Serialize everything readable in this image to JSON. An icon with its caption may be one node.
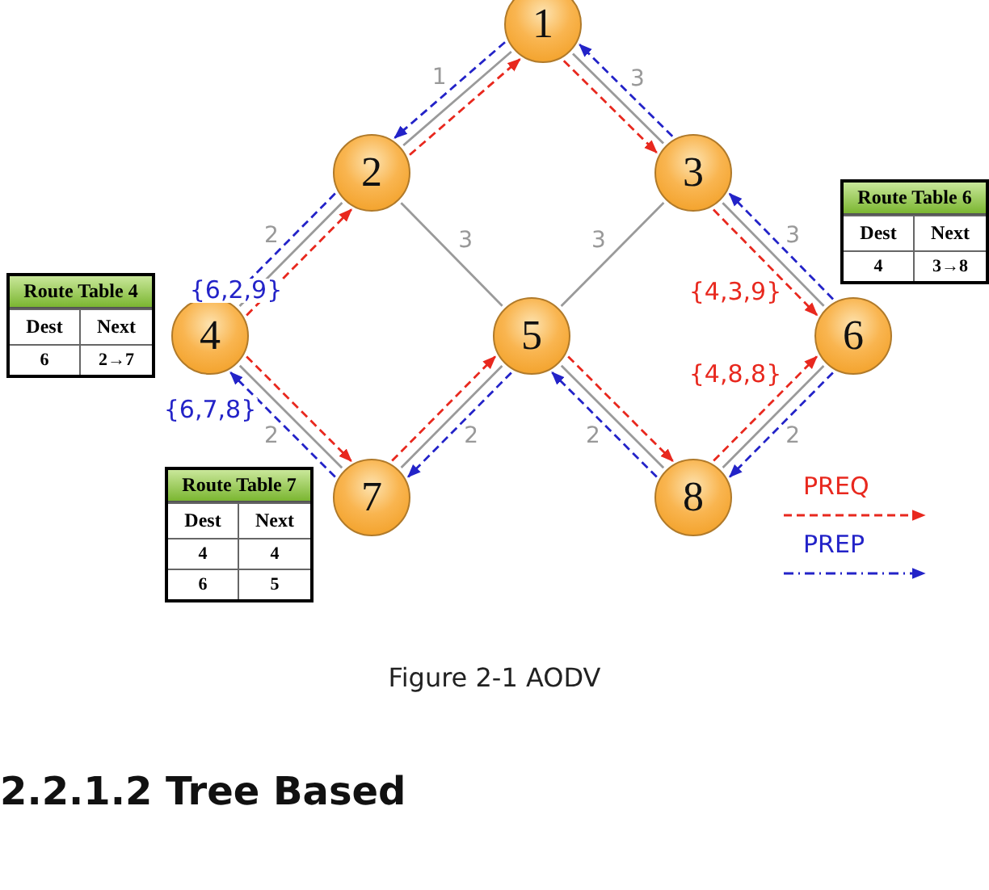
{
  "diagram": {
    "caption": "Figure 2-1 AODV",
    "nodes": [
      {
        "text": [
          "1"
        ]
      },
      {
        "text": [
          "2"
        ]
      },
      {
        "text": [
          "3"
        ]
      },
      {
        "text": [
          "4"
        ]
      },
      {
        "text": [
          "5"
        ]
      },
      {
        "text": [
          "6"
        ]
      },
      {
        "text": [
          "7"
        ]
      },
      {
        "text": [
          "8"
        ]
      },
      {
        "text": [
          "Route Table 4",
          "Dest",
          "Next",
          "6",
          "2→7"
        ]
      },
      {
        "text": [
          "Route Table 6",
          "Dest",
          "Next",
          "4",
          "3→8"
        ]
      },
      {
        "text": [
          "Route Table 7",
          "Dest",
          "Next",
          "4",
          "4",
          "6",
          "5"
        ]
      }
    ],
    "edges": [
      {
        "from": 0,
        "to": 1,
        "arrow": "none",
        "label": "1"
      },
      {
        "from": 0,
        "to": 2,
        "arrow": "none",
        "label": "3"
      },
      {
        "from": 1,
        "to": 3,
        "arrow": "none",
        "label": "2"
      },
      {
        "from": 1,
        "to": 4,
        "arrow": "none",
        "label": "3"
      },
      {
        "from": 2,
        "to": 4,
        "arrow": "none",
        "label": "3"
      },
      {
        "from": 2,
        "to": 5,
        "arrow": "none",
        "label": "3"
      },
      {
        "from": 3,
        "to": 6,
        "arrow": "none",
        "label": "2"
      },
      {
        "from": 4,
        "to": 6,
        "arrow": "none",
        "label": "2"
      },
      {
        "from": 4,
        "to": 7,
        "arrow": "none",
        "label": "2"
      },
      {
        "from": 5,
        "to": 7,
        "arrow": "none",
        "label": "2"
      },
      {
        "from": 3,
        "to": 1,
        "arrow": "to",
        "style": "dashed",
        "color": "#e8281e"
      },
      {
        "from": 1,
        "to": 0,
        "arrow": "to",
        "style": "dashed",
        "color": "#e8281e"
      },
      {
        "from": 0,
        "to": 2,
        "arrow": "to",
        "style": "dashed",
        "color": "#e8281e"
      },
      {
        "from": 2,
        "to": 5,
        "arrow": "to",
        "style": "dashed",
        "color": "#e8281e",
        "label": "{4,3,9}"
      },
      {
        "from": 3,
        "to": 6,
        "arrow": "to",
        "style": "dashed",
        "color": "#e8281e"
      },
      {
        "from": 6,
        "to": 4,
        "arrow": "to",
        "style": "dashed",
        "color": "#e8281e"
      },
      {
        "from": 4,
        "to": 7,
        "arrow": "to",
        "style": "dashed",
        "color": "#e8281e"
      },
      {
        "from": 7,
        "to": 5,
        "arrow": "to",
        "style": "dashed",
        "color": "#e8281e",
        "label": "{4,8,8}"
      },
      {
        "from": 5,
        "to": 2,
        "arrow": "to",
        "style": "dashed",
        "color": "#2323c8"
      },
      {
        "from": 2,
        "to": 0,
        "arrow": "to",
        "style": "dashed",
        "color": "#2323c8"
      },
      {
        "from": 0,
        "to": 1,
        "arrow": "to",
        "style": "dashed",
        "color": "#2323c8"
      },
      {
        "from": 1,
        "to": 3,
        "arrow": "to",
        "style": "dashed",
        "color": "#2323c8",
        "label": "{6,2,9}"
      },
      {
        "from": 5,
        "to": 7,
        "arrow": "to",
        "style": "dashed",
        "color": "#2323c8"
      },
      {
        "from": 7,
        "to": 4,
        "arrow": "to",
        "style": "dashed",
        "color": "#2323c8"
      },
      {
        "from": 4,
        "to": 6,
        "arrow": "to",
        "style": "dashed",
        "color": "#2323c8"
      },
      {
        "from": 6,
        "to": 3,
        "arrow": "to",
        "style": "dashed",
        "color": "#2323c8",
        "label": "{6,7,8}"
      }
    ],
    "labels": [
      "2.2.1.2 Tree Based"
    ],
    "legend": [
      {
        "text": "PREQ"
      },
      {
        "text": "PREP"
      }
    ]
  }
}
